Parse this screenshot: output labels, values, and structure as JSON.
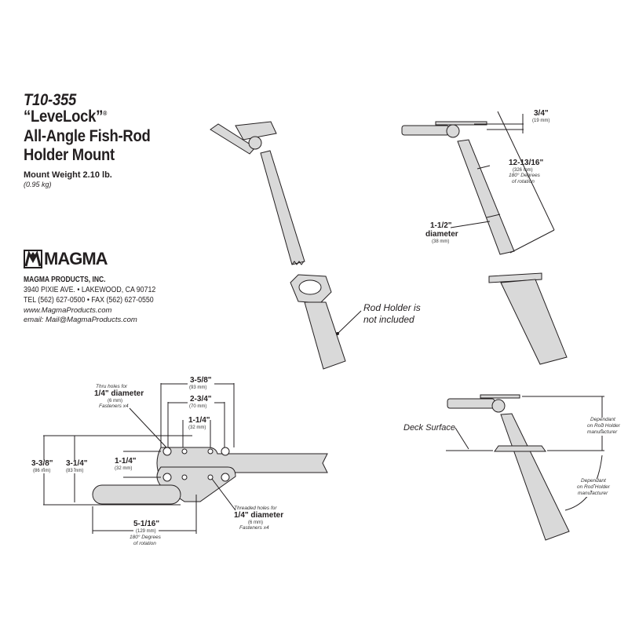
{
  "product": {
    "model": "T10-355",
    "name_line1": "“LeveLock”",
    "registered_mark": "®",
    "name_line2": "All-Angle Fish-Rod",
    "name_line3": "Holder Mount",
    "weight": "Mount Weight 2.10 lb.",
    "weight_metric": "(0.95 kg)"
  },
  "company": {
    "logo_text": "MAGMA",
    "name": "MAGMA PRODUCTS, INC.",
    "address": "3940 PIXIE AVE. • LAKEWOOD, CA 90712",
    "phone": "TEL (562) 627-0500 • FAX (562) 627-0550",
    "website": "www.MagmaProducts.com",
    "email": "email: Mail@MagmaProducts.com"
  },
  "callouts": {
    "rod_holder_line1": "Rod Holder is",
    "rod_holder_line2": "not included",
    "deck_surface": "Deck Surface",
    "dependant_1": [
      "Dependant",
      "on Rod Holder",
      "manufacturer"
    ],
    "dependant_2": [
      "Dependant",
      "on Rod Holder",
      "manufacturer"
    ]
  },
  "side_view_dims": {
    "plate_thickness": "3/4\"",
    "plate_thickness_mm": "(19 mm)",
    "length": "12-13/16\"",
    "length_mm": "(326 mm)",
    "rotation_1": "180° Degrees",
    "rotation_2": "of rotation",
    "diameter": "1-1/2\"",
    "diameter_label": "diameter",
    "diameter_mm": "(38 mm)"
  },
  "top_view_dims": {
    "width_outer": "3-5/8\"",
    "width_outer_mm": "(93 mm)",
    "width_mid": "2-3/4\"",
    "width_mid_mm": "(70 mm)",
    "width_inner": "1-1/4\"",
    "width_inner_mm": "(32 mm)",
    "thru_holes": [
      "Thru holes for",
      "1/4\" diameter",
      "(6 mm)",
      "Fasteners x4"
    ],
    "threaded_holes": [
      "Threaded holes for",
      "1/4\" diameter",
      "(6 mm)",
      "Fasteners x4"
    ],
    "height_total": "3-3/8\"",
    "height_total_mm": "(86 mm)",
    "height_body": "3-1/4\"",
    "height_body_mm": "(83 mm)",
    "hole_spacing": "1-1/4\"",
    "hole_spacing_mm": "(32 mm)",
    "arm_length": "5-1/16\"",
    "arm_length_mm": "(129 mm)",
    "rotation_1": "180° Degrees",
    "rotation_2": "of rotation"
  },
  "colors": {
    "part_fill": "#d9d9d9",
    "line": "#231f20"
  }
}
